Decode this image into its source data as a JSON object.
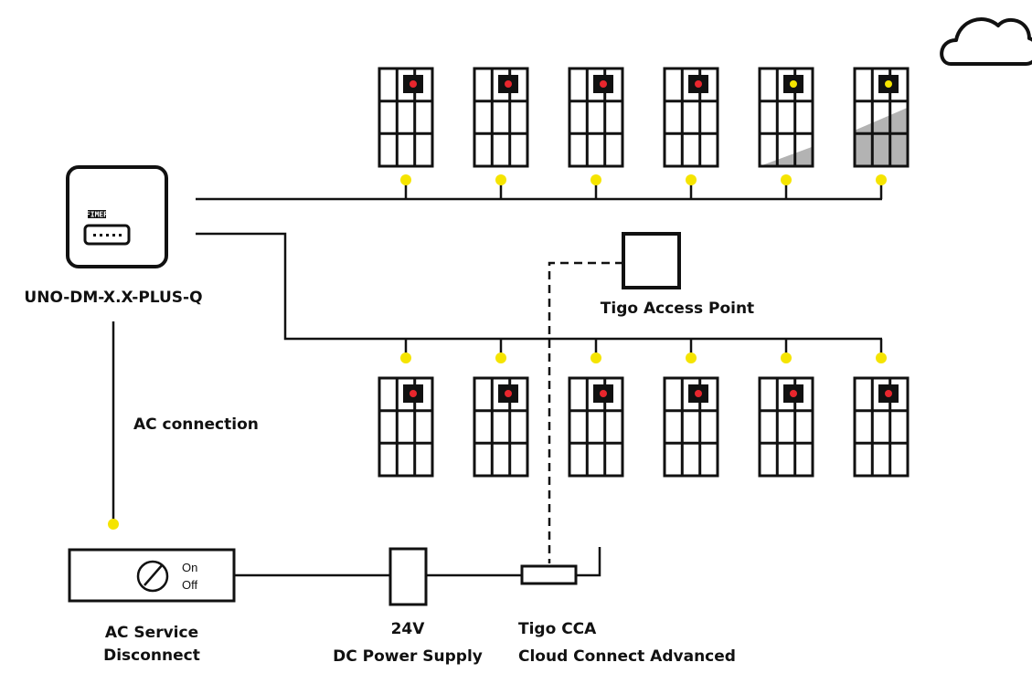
{
  "diagram": {
    "inverter": {
      "label": "UNO-DM-X.X-PLUS-Q",
      "brand": "FIMER"
    },
    "ac_connection_label": "AC connection",
    "tigo_access_point_label": "Tigo Access Point",
    "disconnect": {
      "label_line1": "AC Service",
      "label_line2": "Disconnect",
      "on_label": "On",
      "off_label": "Off"
    },
    "power_supply": {
      "label_line1": "24V",
      "label_line2": "DC Power Supply"
    },
    "cca": {
      "label_line1": "Tigo CCA",
      "label_line2": "Cloud Connect Advanced"
    },
    "top_string": [
      {
        "indicator": "red",
        "shaded_fraction": 0
      },
      {
        "indicator": "red",
        "shaded_fraction": 0
      },
      {
        "indicator": "red",
        "shaded_fraction": 0
      },
      {
        "indicator": "red",
        "shaded_fraction": 0
      },
      {
        "indicator": "yellow",
        "shaded_fraction": 0.2
      },
      {
        "indicator": "yellow",
        "shaded_fraction": 0.6
      }
    ],
    "bottom_string": [
      {
        "indicator": "red",
        "shaded_fraction": 0
      },
      {
        "indicator": "red",
        "shaded_fraction": 0
      },
      {
        "indicator": "red",
        "shaded_fraction": 0
      },
      {
        "indicator": "red",
        "shaded_fraction": 0
      },
      {
        "indicator": "red",
        "shaded_fraction": 0
      },
      {
        "indicator": "red",
        "shaded_fraction": 0
      }
    ],
    "colors": {
      "line": "#111111",
      "connector": "#f5e400",
      "red_led": "#e8262d",
      "yellow_led": "#f5e400",
      "shade": "#b3b3b3"
    }
  }
}
